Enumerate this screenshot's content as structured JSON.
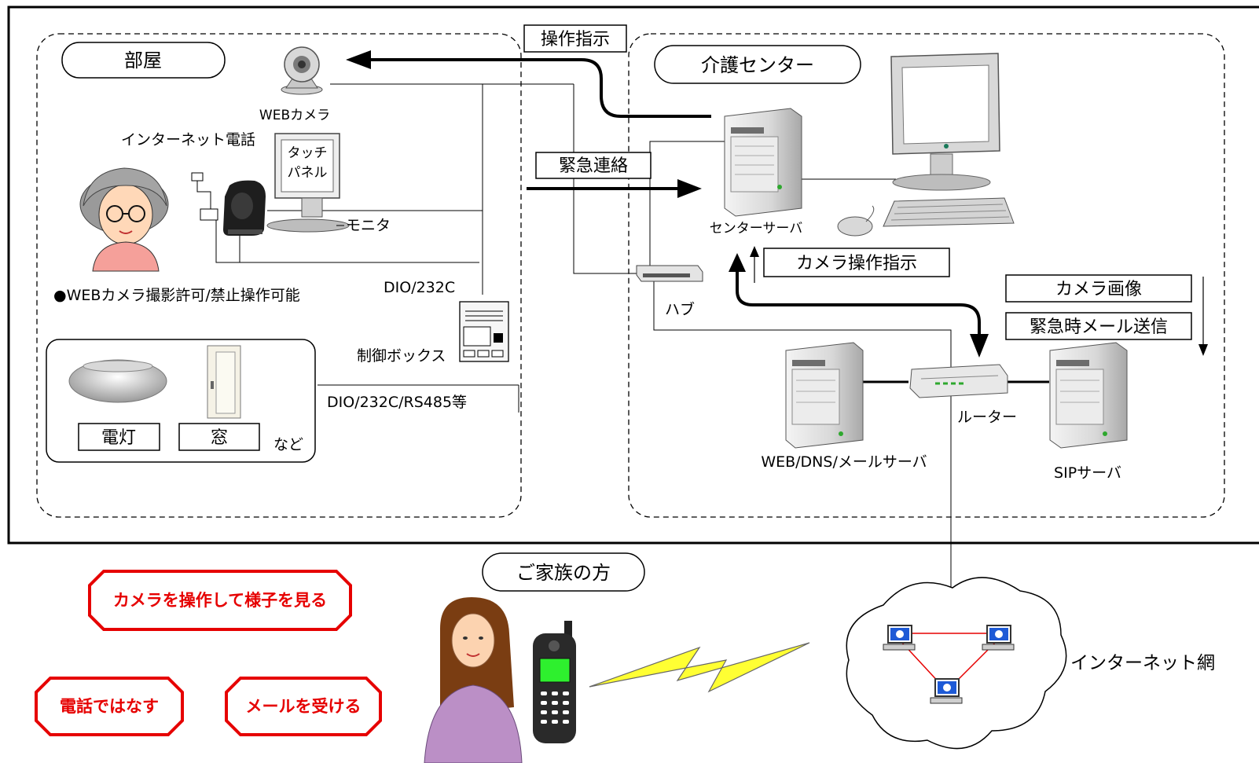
{
  "room": {
    "title": "部屋",
    "web_camera": "WEBカメラ",
    "internet_phone": "インターネット電話",
    "touch_panel_line1": "タッチ",
    "touch_panel_line2": "パネル",
    "monitor": "モニタ",
    "camera_permission": "●WEBカメラ撮影許可/禁止操作可能",
    "dio_232c": "DIO/232C",
    "control_box": "制御ボックス",
    "dio_bus": "DIO/232C/RS485等",
    "light": "電灯",
    "window": "窓",
    "etc": "など"
  },
  "center": {
    "title": "介護センター",
    "center_server": "センターサーバ",
    "camera_operation": "カメラ操作指示",
    "hub": "ハブ",
    "camera_image": "カメラ画像",
    "emergency_mail": "緊急時メール送信",
    "router": "ルーター",
    "web_dns_mail_server": "WEB/DNS/メールサーバ",
    "sip_server": "SIPサーバ"
  },
  "flows": {
    "operation_instruction": "操作指示",
    "emergency_contact": "緊急連絡"
  },
  "family": {
    "title": "ご家族の方",
    "view_camera": "カメラを操作して様子を見る",
    "phone": "電話ではなす",
    "receive_mail": "メールを受ける"
  },
  "internet": {
    "label": "インターネット網"
  },
  "colors": {
    "frame": "#000000",
    "callout_red": "#e60000",
    "lightning": "#ffff33",
    "network_red": "#e60000"
  }
}
